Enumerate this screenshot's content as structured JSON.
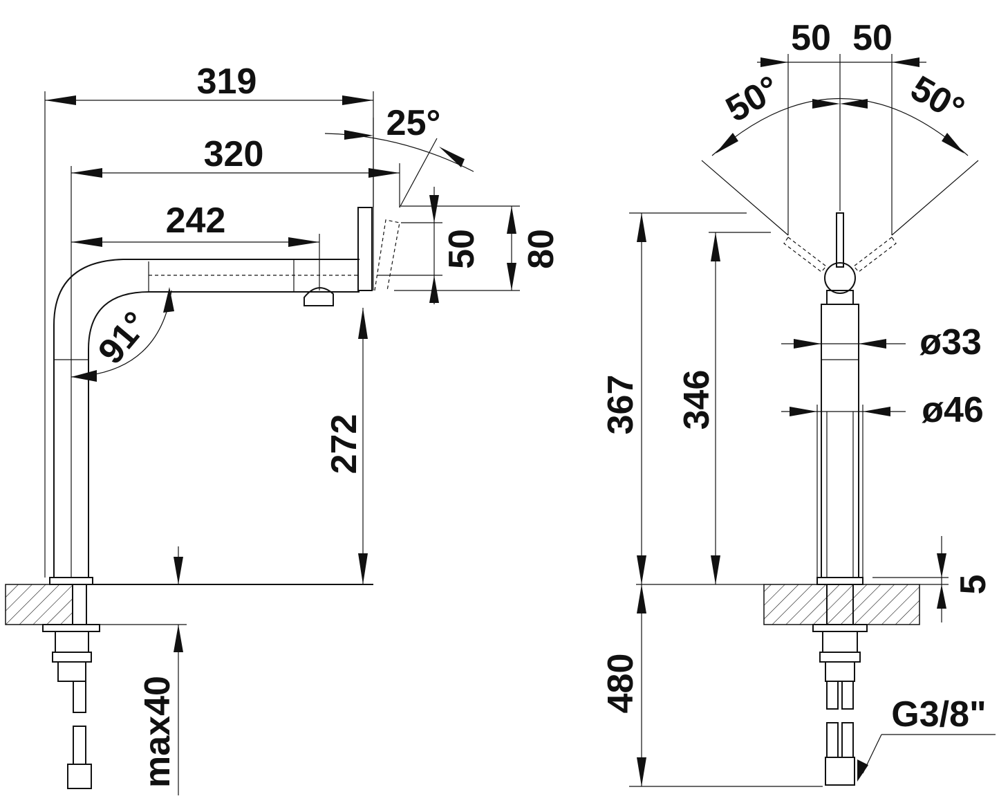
{
  "side_view": {
    "dim_319": "319",
    "dim_320": "320",
    "dim_242": "242",
    "angle_25": "25°",
    "angle_91": "91°",
    "dim_50": "50",
    "dim_80": "80",
    "dim_272": "272",
    "dim_max40": "max40"
  },
  "front_view": {
    "dim_50_left": "50",
    "dim_50_right": "50",
    "angle_50_left": "50°",
    "angle_50_right": "50°",
    "dim_367": "367",
    "dim_346": "346",
    "dia_33": "ø33",
    "dia_46": "ø46",
    "dim_5": "5",
    "dim_480": "480",
    "thread": "G3/8\""
  }
}
